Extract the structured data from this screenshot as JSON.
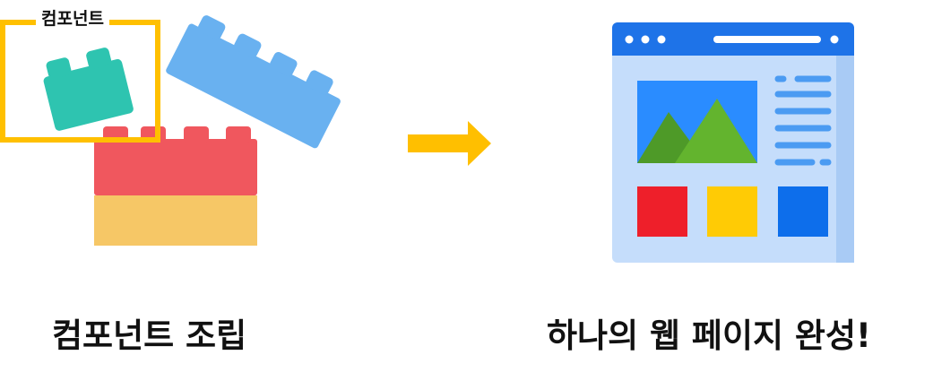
{
  "left_panel": {
    "highlight_label": "컴포넌트",
    "caption": "컴포넌트 조립"
  },
  "right_panel": {
    "caption": "하나의 웹 페이지 완성!"
  },
  "icons": {
    "green_block": "lego-brick-icon",
    "blue_block": "lego-brick-icon",
    "red_block": "lego-brick-icon",
    "yellow_block": "lego-brick-icon",
    "arrow": "arrow-right-icon",
    "browser": "web-page-icon"
  },
  "colors": {
    "highlight_frame": "#FFC000",
    "green_block": "#2EC4B0",
    "blue_block": "#69B1F0",
    "red_block": "#F0575E",
    "yellow_block": "#F6C766",
    "arrow": "#FFBF00",
    "browser_bar": "#1E73E8",
    "browser_body": "#C5DDFB",
    "browser_image": "#2A8CFF",
    "mountain_dark": "#4E9A28",
    "mountain_light": "#63B42E",
    "tile_red": "#EE1F2A",
    "tile_yellow": "#FFCB05",
    "tile_blue": "#0D6EEB",
    "text_lines": "#4B9BF2"
  }
}
